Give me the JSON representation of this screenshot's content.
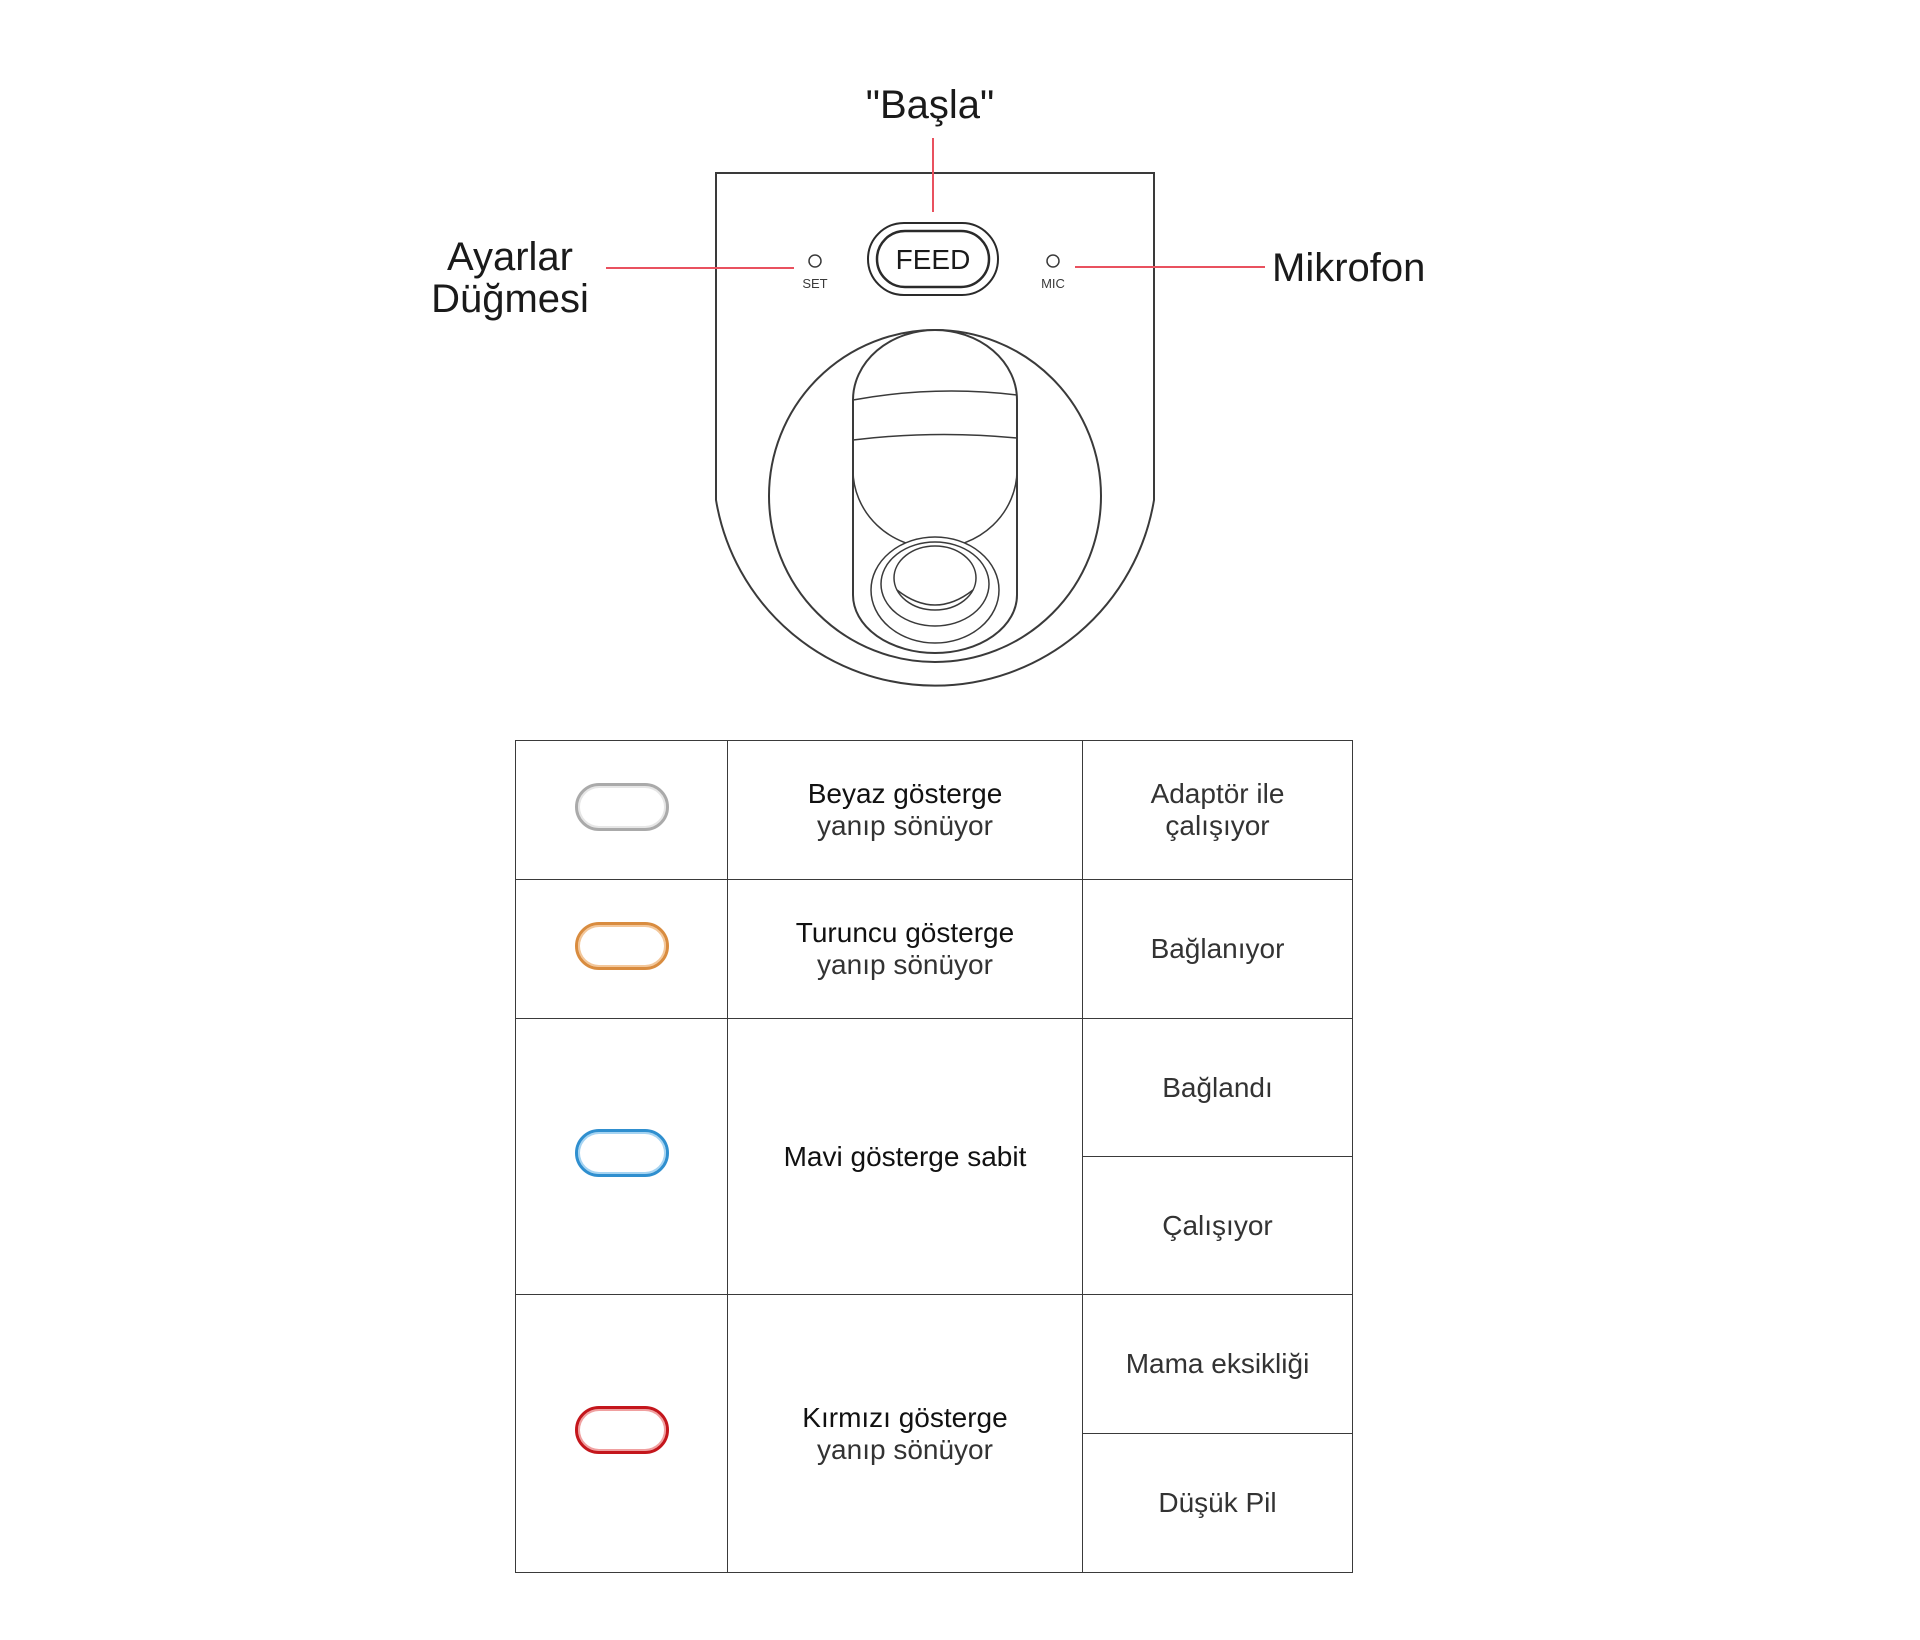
{
  "device": {
    "feed_button_label": "FEED",
    "set_label": "SET",
    "mic_label": "MIC",
    "callout_color": "#e9515f",
    "outline_color": "#3a3a3a"
  },
  "callouts": {
    "start": "\"Başla\"",
    "settings_line1": "Ayarlar",
    "settings_line2": "Düğmesi",
    "mic": "Mikrofon"
  },
  "status_table": {
    "rows": [
      {
        "indicator_color": "white",
        "indicator_hex": "#aaaaaa",
        "desc_line1": "Beyaz gösterge",
        "desc_line2": "yanıp sönüyor",
        "states": [
          "Adaptör ile\nçalışıyor"
        ]
      },
      {
        "indicator_color": "orange",
        "indicator_hex": "#d98c3f",
        "desc_line1": "Turuncu gösterge",
        "desc_line2": "yanıp sönüyor",
        "states": [
          "Bağlanıyor"
        ]
      },
      {
        "indicator_color": "blue",
        "indicator_hex": "#2f8fcf",
        "desc_line1": "Mavi gösterge sabit",
        "desc_line2": "",
        "states": [
          "Bağlandı",
          "Çalışıyor"
        ]
      },
      {
        "indicator_color": "red",
        "indicator_hex": "#c4161c",
        "desc_line1": "Kırmızı gösterge",
        "desc_line2": "yanıp sönüyor",
        "states": [
          "Mama eksikliği",
          "Düşük Pil"
        ]
      }
    ],
    "state_adapter_line1": "Adaptör ile",
    "state_adapter_line2": "çalışıyor"
  }
}
